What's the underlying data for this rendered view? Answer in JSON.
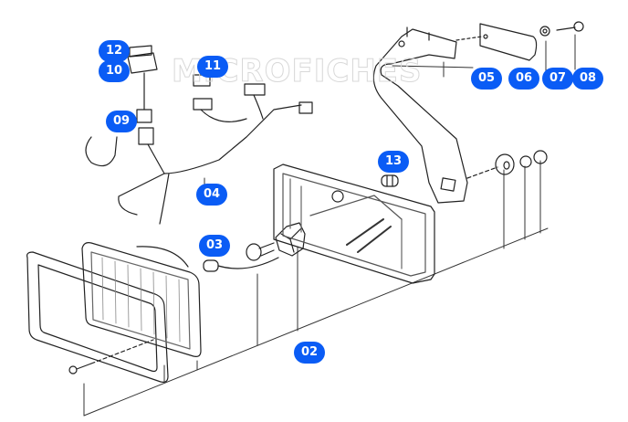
{
  "diagram": {
    "watermark": "MICROFICHES",
    "badge_color": "#0a5cf5",
    "callouts": [
      {
        "id": "12",
        "label": "12",
        "part": "connector-top"
      },
      {
        "id": "10",
        "label": "10",
        "part": "connector-housing"
      },
      {
        "id": "11",
        "label": "11",
        "part": "relay"
      },
      {
        "id": "09",
        "label": "09",
        "part": "cable-tie"
      },
      {
        "id": "04",
        "label": "04",
        "part": "wiring-harness"
      },
      {
        "id": "13",
        "label": "13",
        "part": "grommet"
      },
      {
        "id": "03",
        "label": "03",
        "part": "bulb"
      },
      {
        "id": "02",
        "label": "02",
        "part": "adjuster-star"
      },
      {
        "id": "05",
        "label": "05",
        "part": "mounting-bracket"
      },
      {
        "id": "06",
        "label": "06",
        "part": "clamp-plate"
      },
      {
        "id": "07",
        "label": "07",
        "part": "washer"
      },
      {
        "id": "08",
        "label": "08",
        "part": "bolt"
      }
    ]
  }
}
